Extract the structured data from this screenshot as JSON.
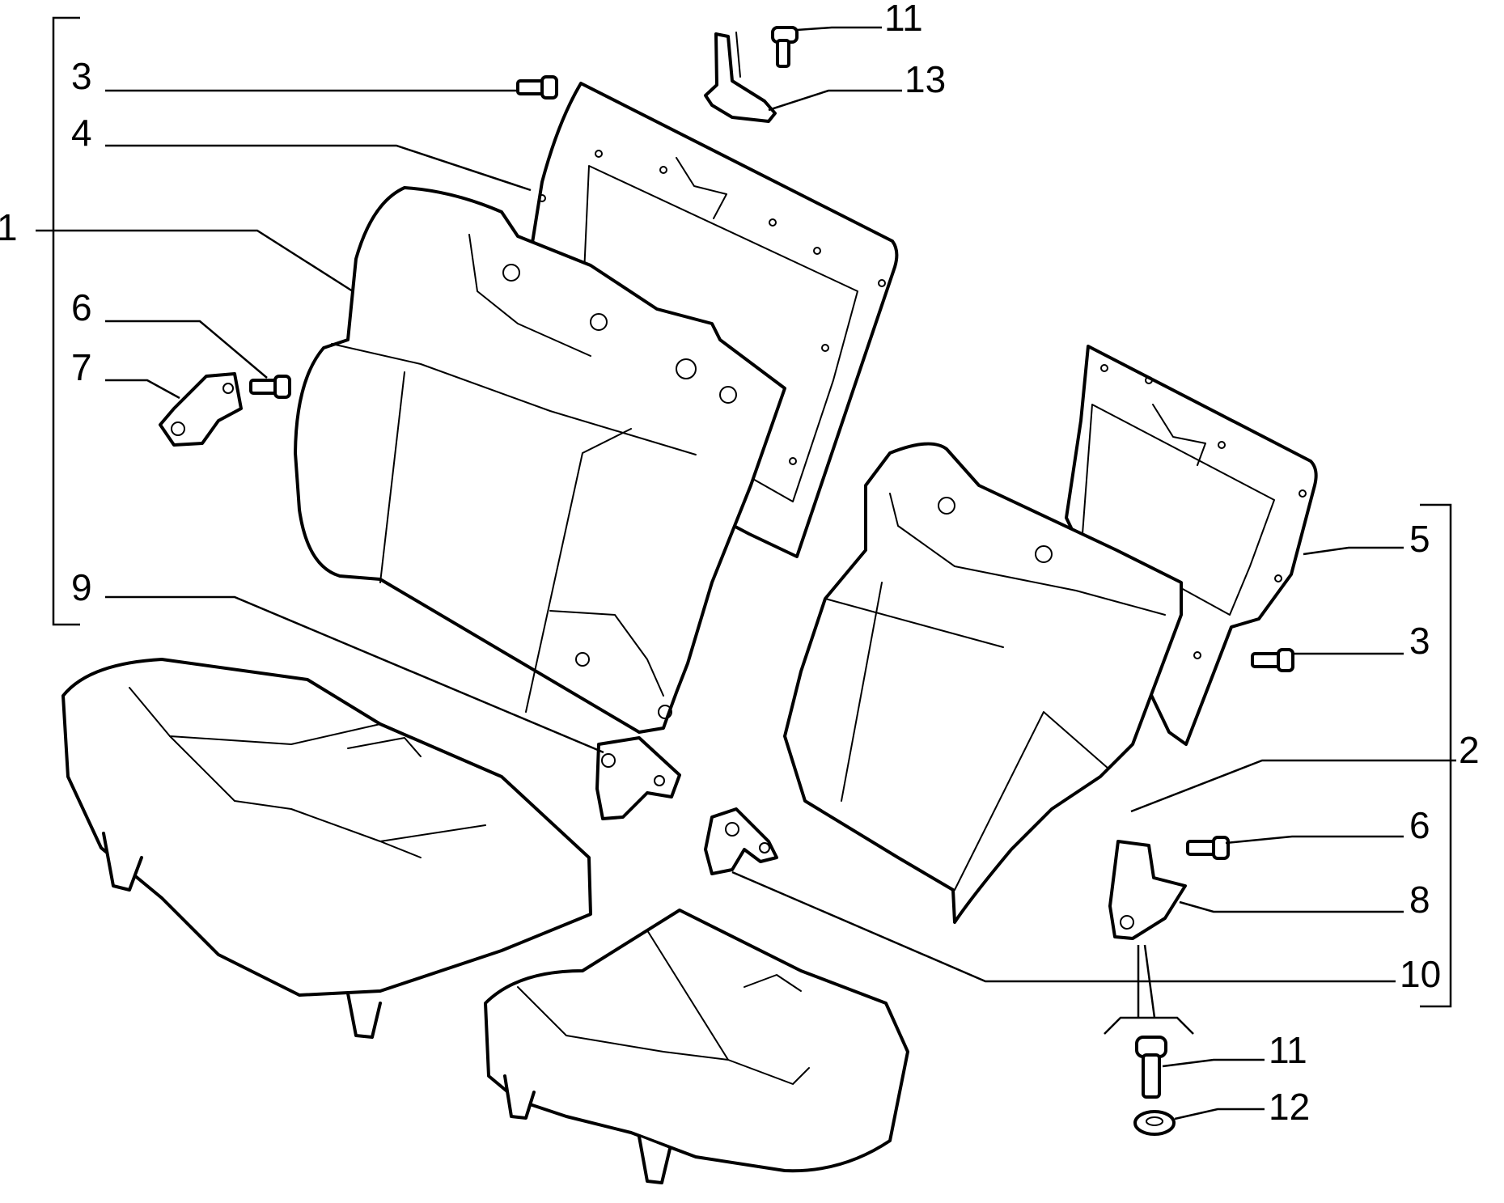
{
  "diagram": {
    "callouts": {
      "c1": "1",
      "c2": "2",
      "c3_left": "3",
      "c3_right": "3",
      "c4": "4",
      "c5": "5",
      "c6_left": "6",
      "c6_right": "6",
      "c7": "7",
      "c8": "8",
      "c9": "9",
      "c10": "10",
      "c11_top": "11",
      "c11_bottom": "11",
      "c12": "12",
      "c13": "13"
    }
  }
}
